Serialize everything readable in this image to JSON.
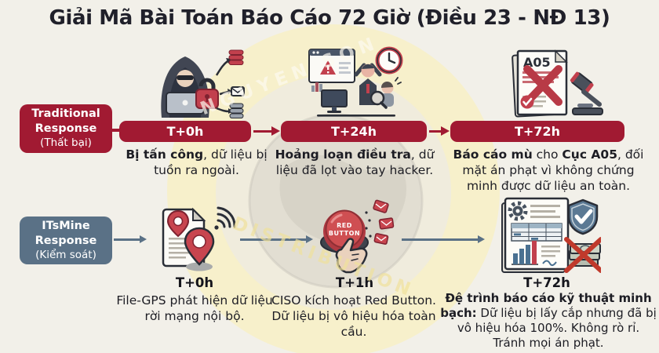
{
  "title": "Giải Mã Bài Toán Báo Cáo 72 Giờ (Điều 23 - NĐ 13)",
  "watermark": {
    "line1": "NGUYEN SON",
    "line2": "DISTRIBUTION"
  },
  "colors": {
    "crimson": "#A11A32",
    "slate": "#5A7186",
    "icon_red": "#C2404D",
    "background": "#F2F0E9",
    "text": "#1D1D24",
    "watermark_yellow": "#F8F0C5"
  },
  "rows": [
    {
      "name": "Traditional Response",
      "label": {
        "line1": "Traditional",
        "line2": "Response",
        "line3": "(Thất bại)"
      },
      "steps": [
        {
          "time": "T+0h",
          "icon": "hacker-data-breach-icon",
          "segments": [
            {
              "text": "Bị tấn công",
              "bold": true
            },
            {
              "text": ", dữ liệu bị tuồn ra ngoài.",
              "bold": false
            }
          ]
        },
        {
          "time": "T+24h",
          "icon": "panic-investigation-icon",
          "segments": [
            {
              "text": "Hoảng loạn điều tra",
              "bold": true
            },
            {
              "text": ", dữ liệu đã lọt vào tay hacker.",
              "bold": false
            }
          ]
        },
        {
          "time": "T+72h",
          "icon": "a05-report-gavel-icon",
          "segments": [
            {
              "text": "Báo cáo mù",
              "bold": true
            },
            {
              "text": " cho ",
              "bold": false
            },
            {
              "text": "Cục A05",
              "bold": true
            },
            {
              "text": ", đối mặt án phạt vì không chứng minh được dữ liệu an toàn.",
              "bold": false
            }
          ]
        }
      ]
    },
    {
      "name": "ITsMine Response",
      "label": {
        "line1": "ITsMine",
        "line2": "Response",
        "line3": "(Kiểm soát)"
      },
      "steps": [
        {
          "time": "T+0h",
          "icon": "file-gps-tracking-icon",
          "segments": [
            {
              "text": "File-GPS phát hiện dữ liệu rời mạng nội bộ.",
              "bold": false
            }
          ]
        },
        {
          "time": "T+1h",
          "icon": "red-button-press-icon",
          "segments": [
            {
              "text": "CISO kích hoạt Red Button. Dữ liệu bị vô hiệu hóa toàn cầu.",
              "bold": false
            }
          ]
        },
        {
          "time": "T+72h",
          "icon": "transparent-report-shield-icon",
          "segments": [
            {
              "text": "Đệ trình báo cáo kỹ thuật minh bạch:",
              "bold": true
            },
            {
              "text": " Dữ liệu bị lấy cắp nhưng đã bị vô hiệu hóa 100%. Không rò rỉ. Tránh mọi án phạt.",
              "bold": false
            }
          ]
        }
      ]
    }
  ],
  "icon_texts": {
    "a05_label": "A05",
    "red_button_line1": "RED",
    "red_button_line2": "BUTTON"
  }
}
